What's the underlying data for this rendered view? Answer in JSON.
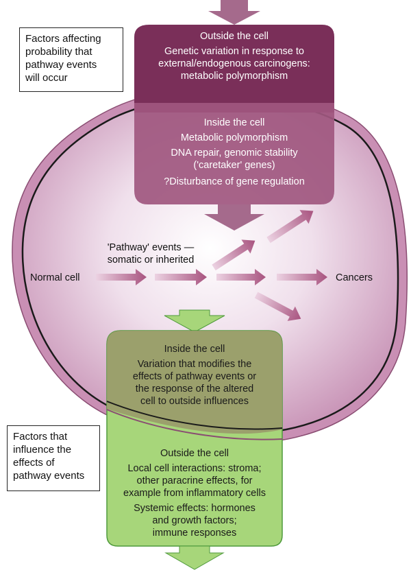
{
  "factors_top": {
    "lines": [
      "Factors affecting",
      "probability that",
      "pathway events",
      "will occur"
    ]
  },
  "factors_bottom": {
    "lines": [
      "Factors that",
      "influence the",
      "effects of",
      "pathway events"
    ]
  },
  "outside_top": {
    "title": "Outside the cell",
    "lines": [
      "Genetic variation in response to",
      "external/endogenous carcinogens:",
      "metabolic polymorphism"
    ]
  },
  "inside_top": {
    "title": "Inside the cell",
    "line1": "Metabolic polymorphism",
    "line2": "DNA repair, genomic stability",
    "line3": "('caretaker' genes)",
    "line4": "?Disturbance of gene regulation"
  },
  "pathway": {
    "line1": "'Pathway' events —",
    "line2": "somatic or inherited",
    "normal": "Normal cell",
    "cancers": "Cancers"
  },
  "inside_bottom": {
    "title": "Inside the cell",
    "lines": [
      "Variation that modifies the",
      "effects of pathway events or",
      "the response of the altered",
      "cell to outside influences"
    ]
  },
  "outside_bottom": {
    "title": "Outside the cell",
    "group1": [
      "Local cell interactions: stroma;",
      "other paracrine effects, for",
      "example from inflammatory cells"
    ],
    "group2": [
      "Systemic effects: hormones",
      "and growth factors;",
      "immune responses"
    ]
  },
  "colors": {
    "maroon": "#7a2f59",
    "mauve": "#a56a8c",
    "green": "#a7d67a",
    "green_border": "#4f9a3c",
    "cell_fill": "#e8cfe0"
  }
}
